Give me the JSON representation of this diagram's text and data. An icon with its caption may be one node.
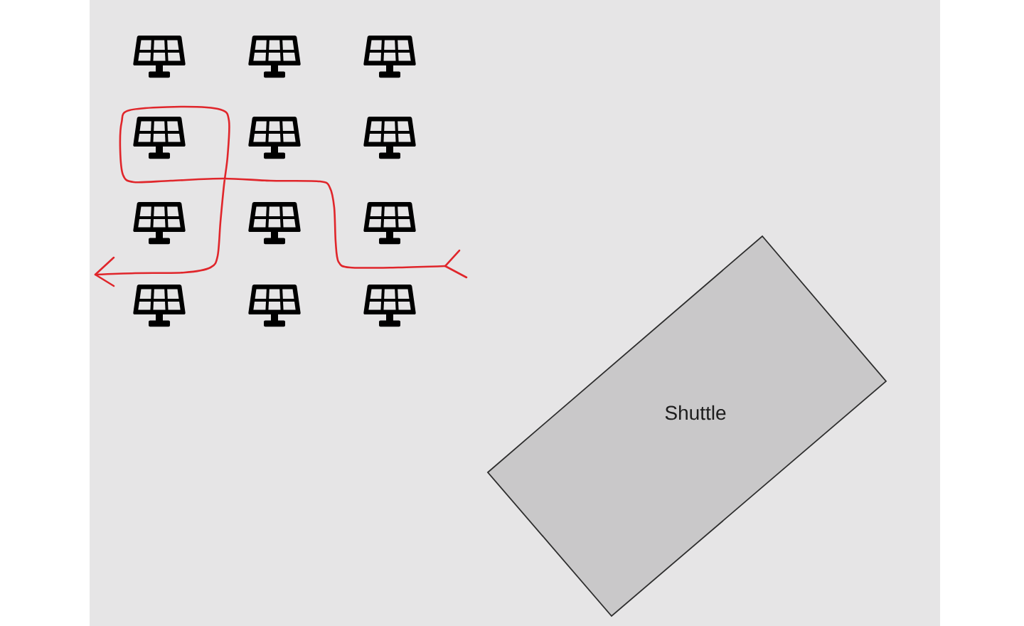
{
  "diagram": {
    "nodes": [
      {
        "text": [],
        "shape": "picture"
      },
      {
        "text": [],
        "shape": "picture"
      },
      {
        "text": [],
        "shape": "picture"
      },
      {
        "text": [],
        "shape": "picture"
      },
      {
        "text": [],
        "shape": "picture"
      },
      {
        "text": [],
        "shape": "picture"
      },
      {
        "text": [],
        "shape": "picture"
      },
      {
        "text": [],
        "shape": "picture"
      },
      {
        "text": [],
        "shape": "picture"
      },
      {
        "text": [],
        "shape": "picture"
      },
      {
        "text": [],
        "shape": "picture"
      },
      {
        "text": [],
        "shape": "picture"
      },
      {
        "text": [
          "Shuttle"
        ]
      }
    ]
  }
}
